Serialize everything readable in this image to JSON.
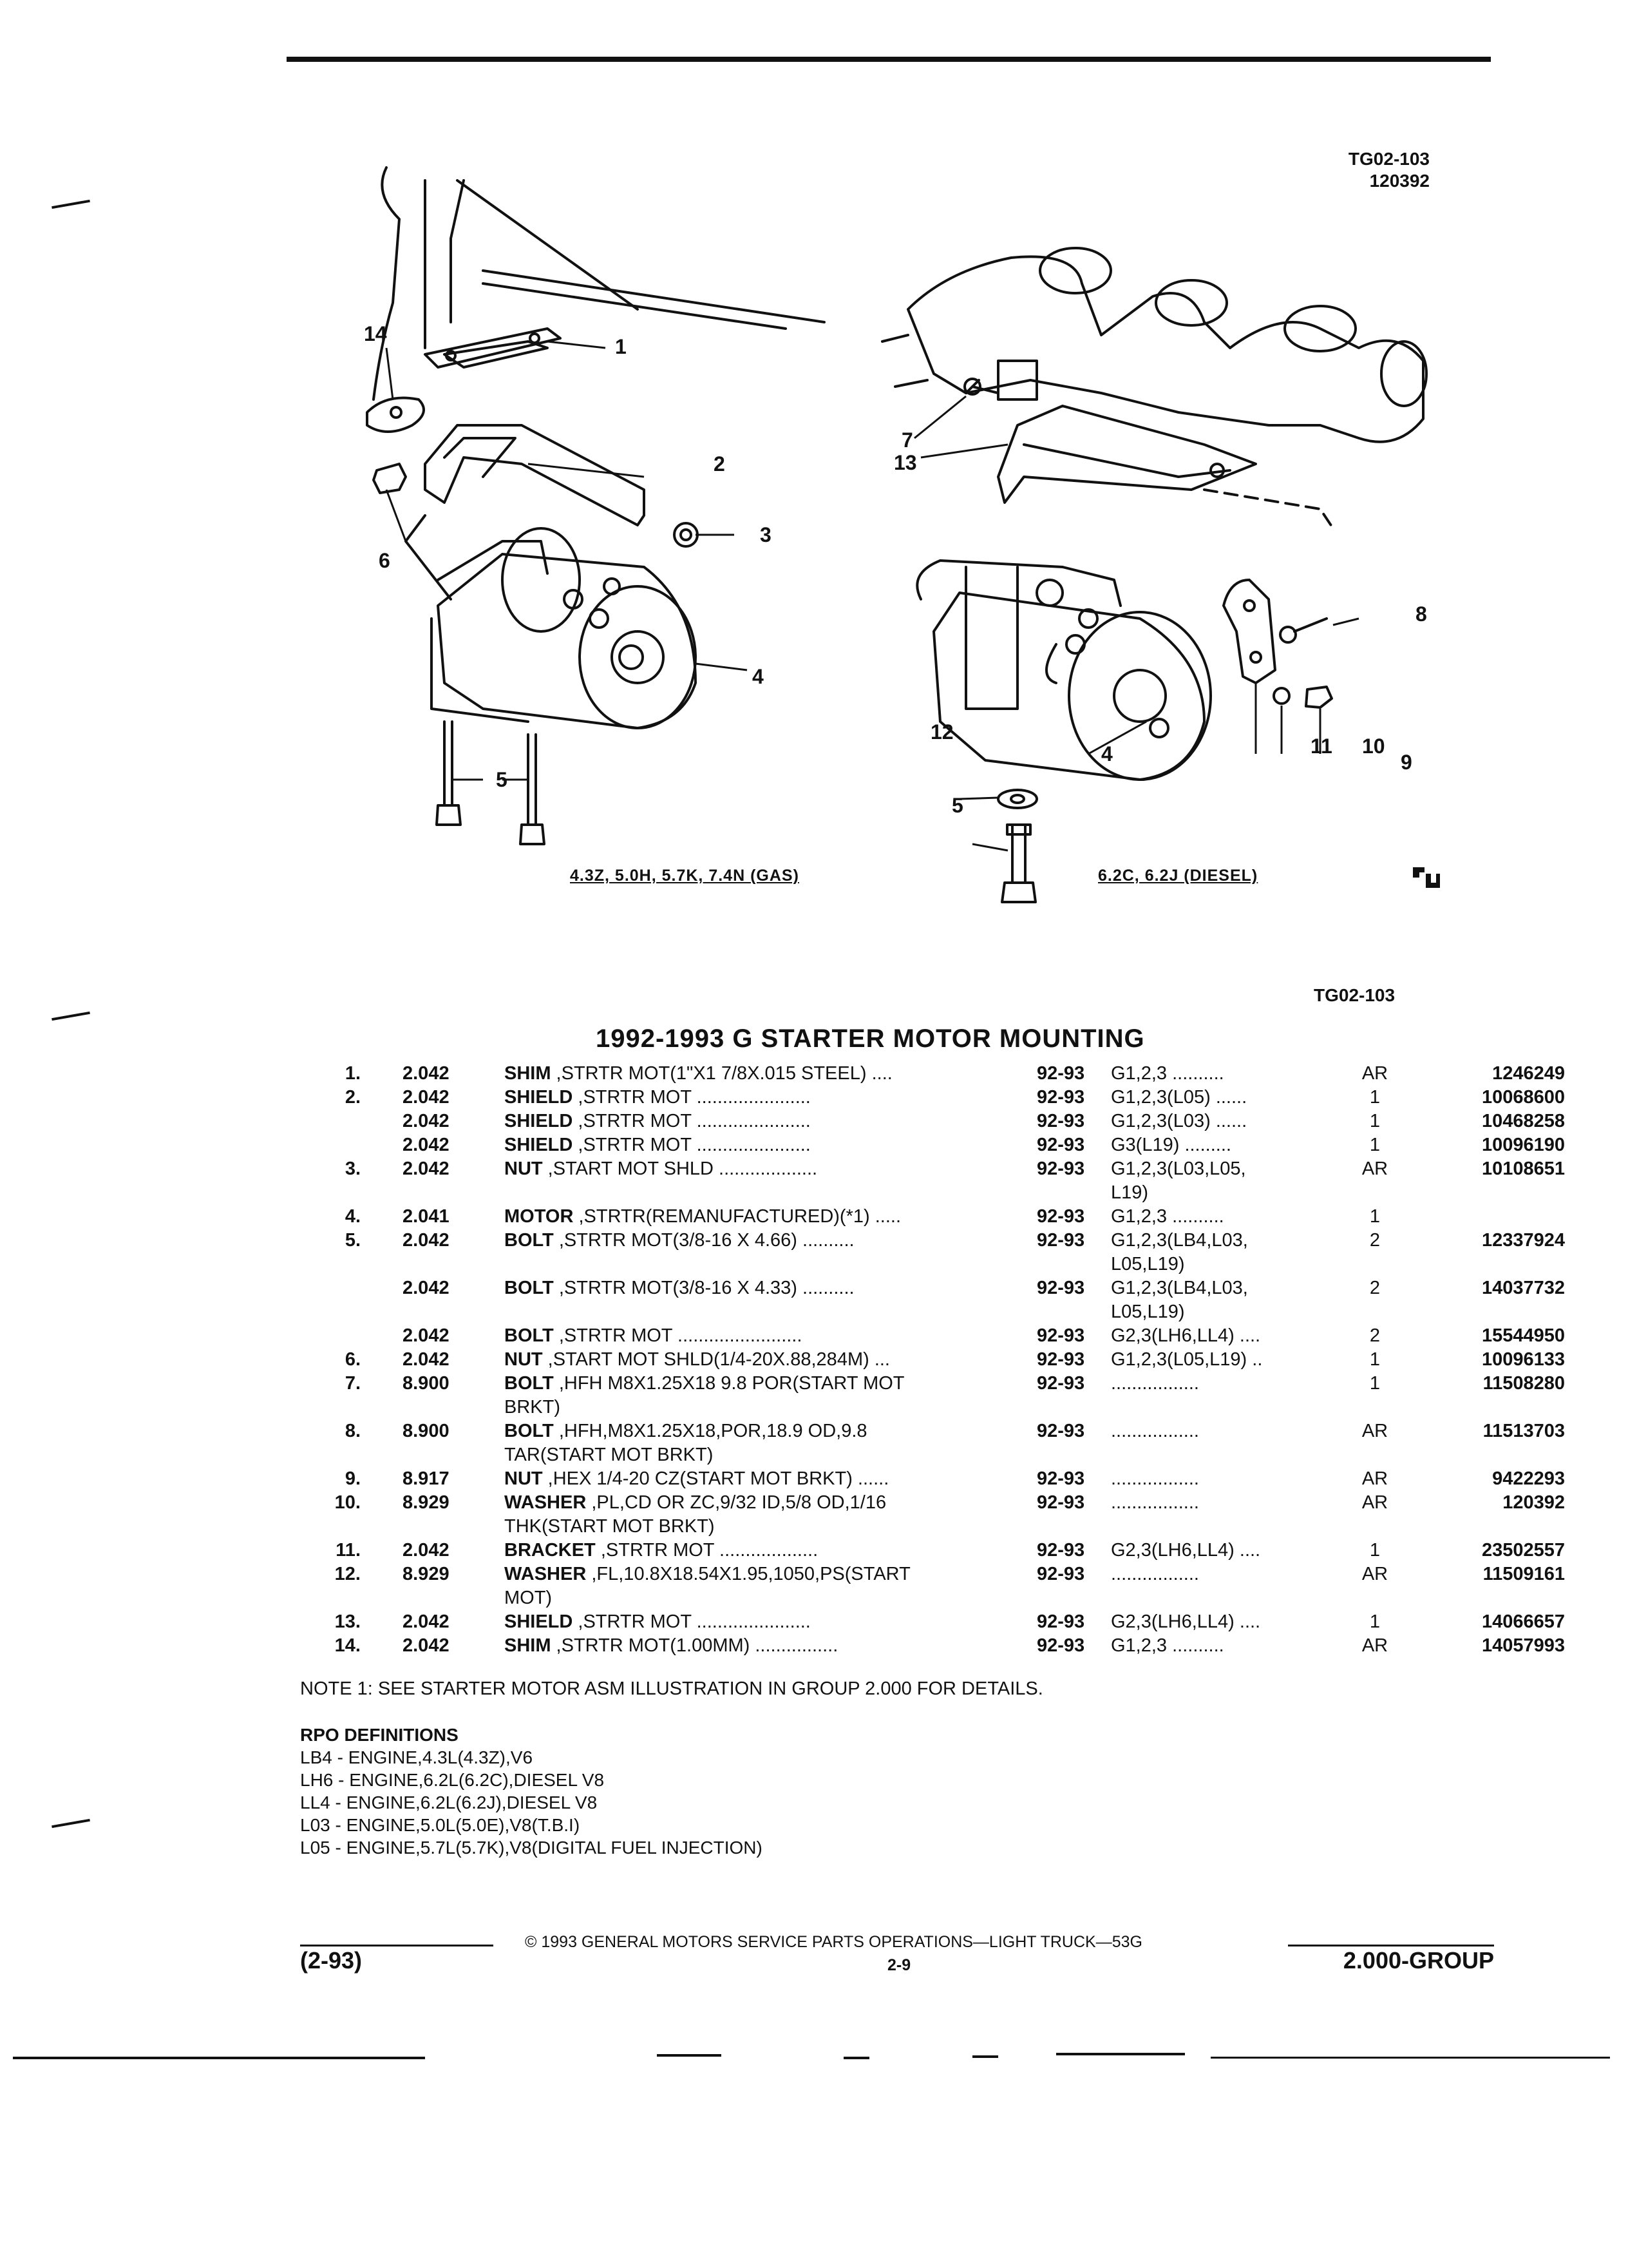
{
  "figure": {
    "ref_code": "TG02-103",
    "ref_date": "120392",
    "caption_gas": "4.3Z, 5.0H, 5.7K, 7.4N (GAS)",
    "caption_diesel": "6.2C, 6.2J (DIESEL)",
    "ref_code_bottom": "TG02-103",
    "callouts_left": [
      "14",
      "1",
      "2",
      "3",
      "6",
      "4",
      "5"
    ],
    "callouts_right": [
      "7",
      "13",
      "8",
      "12",
      "4",
      "11",
      "10",
      "9",
      "5"
    ]
  },
  "title": "1992-1993 G STARTER MOTOR MOUNTING",
  "parts": [
    {
      "ref": "1.",
      "group": "2.042",
      "name": "SHIM",
      "desc": " ,STRTR MOT(1\"X1 7/8X.015 STEEL) ....",
      "desc2": "",
      "years": "92-93",
      "models": "G1,2,3 ..........",
      "models2": "",
      "qty": "AR",
      "part_no": "1246249"
    },
    {
      "ref": "2.",
      "group": "2.042",
      "name": "SHIELD",
      "desc": " ,STRTR MOT ......................",
      "desc2": "",
      "years": "92-93",
      "models": "G1,2,3(L05) ......",
      "models2": "",
      "qty": "1",
      "part_no": "10068600"
    },
    {
      "ref": "",
      "group": "2.042",
      "name": "SHIELD",
      "desc": " ,STRTR MOT ......................",
      "desc2": "",
      "years": "92-93",
      "models": "G1,2,3(L03) ......",
      "models2": "",
      "qty": "1",
      "part_no": "10468258"
    },
    {
      "ref": "",
      "group": "2.042",
      "name": "SHIELD",
      "desc": " ,STRTR MOT ......................",
      "desc2": "",
      "years": "92-93",
      "models": "G3(L19) .........",
      "models2": "",
      "qty": "1",
      "part_no": "10096190"
    },
    {
      "ref": "3.",
      "group": "2.042",
      "name": "NUT",
      "desc": " ,START MOT SHLD ...................",
      "desc2": "",
      "years": "92-93",
      "models": "G1,2,3(L03,L05,",
      "models2": "L19)",
      "qty": "AR",
      "part_no": "10108651"
    },
    {
      "ref": "4.",
      "group": "2.041",
      "name": "MOTOR",
      "desc": " ,STRTR(REMANUFACTURED)(*1) .....",
      "desc2": "",
      "years": "92-93",
      "models": "G1,2,3 ..........",
      "models2": "",
      "qty": "1",
      "part_no": ""
    },
    {
      "ref": "5.",
      "group": "2.042",
      "name": "BOLT",
      "desc": " ,STRTR MOT(3/8-16 X 4.66) ..........",
      "desc2": "",
      "years": "92-93",
      "models": "G1,2,3(LB4,L03,",
      "models2": "L05,L19)",
      "qty": "2",
      "part_no": "12337924"
    },
    {
      "ref": "",
      "group": "2.042",
      "name": "BOLT",
      "desc": " ,STRTR MOT(3/8-16 X 4.33) ..........",
      "desc2": "",
      "years": "92-93",
      "models": "G1,2,3(LB4,L03,",
      "models2": "L05,L19)",
      "qty": "2",
      "part_no": "14037732"
    },
    {
      "ref": "",
      "group": "2.042",
      "name": "BOLT",
      "desc": " ,STRTR MOT ........................",
      "desc2": "",
      "years": "92-93",
      "models": "G2,3(LH6,LL4) ....",
      "models2": "",
      "qty": "2",
      "part_no": "15544950"
    },
    {
      "ref": "6.",
      "group": "2.042",
      "name": "NUT",
      "desc": " ,START MOT SHLD(1/4-20X.88,284M) ...",
      "desc2": "",
      "years": "92-93",
      "models": "G1,2,3(L05,L19) ..",
      "models2": "",
      "qty": "1",
      "part_no": "10096133"
    },
    {
      "ref": "7.",
      "group": "8.900",
      "name": "BOLT",
      "desc": " ,HFH M8X1.25X18 9.8 POR(START MOT",
      "desc2": "BRKT)",
      "years": "92-93",
      "models": ".................",
      "models2": "",
      "qty": "1",
      "part_no": "11508280"
    },
    {
      "ref": "8.",
      "group": "8.900",
      "name": "BOLT",
      "desc": " ,HFH,M8X1.25X18,POR,18.9 OD,9.8",
      "desc2": "TAR(START MOT BRKT)",
      "years": "92-93",
      "models": ".................",
      "models2": "",
      "qty": "AR",
      "part_no": "11513703"
    },
    {
      "ref": "9.",
      "group": "8.917",
      "name": "NUT",
      "desc": " ,HEX 1/4-20 CZ(START MOT BRKT) ......",
      "desc2": "",
      "years": "92-93",
      "models": ".................",
      "models2": "",
      "qty": "AR",
      "part_no": "9422293"
    },
    {
      "ref": "10.",
      "group": "8.929",
      "name": "WASHER",
      "desc": " ,PL,CD OR ZC,9/32 ID,5/8 OD,1/16",
      "desc2": "THK(START MOT BRKT)",
      "years": "92-93",
      "models": ".................",
      "models2": "",
      "qty": "AR",
      "part_no": "120392"
    },
    {
      "ref": "11.",
      "group": "2.042",
      "name": "BRACKET",
      "desc": " ,STRTR MOT ...................",
      "desc2": "",
      "years": "92-93",
      "models": "G2,3(LH6,LL4) ....",
      "models2": "",
      "qty": "1",
      "part_no": "23502557"
    },
    {
      "ref": "12.",
      "group": "8.929",
      "name": "WASHER",
      "desc": " ,FL,10.8X18.54X1.95,1050,PS(START",
      "desc2": "MOT)",
      "years": "92-93",
      "models": ".................",
      "models2": "",
      "qty": "AR",
      "part_no": "11509161"
    },
    {
      "ref": "13.",
      "group": "2.042",
      "name": "SHIELD",
      "desc": " ,STRTR MOT ......................",
      "desc2": "",
      "years": "92-93",
      "models": "G2,3(LH6,LL4) ....",
      "models2": "",
      "qty": "1",
      "part_no": "14066657"
    },
    {
      "ref": "14.",
      "group": "2.042",
      "name": "SHIM",
      "desc": " ,STRTR MOT(1.00MM) ................",
      "desc2": "",
      "years": "92-93",
      "models": "G1,2,3 ..........",
      "models2": "",
      "qty": "AR",
      "part_no": "14057993"
    }
  ],
  "note": "NOTE  1:  SEE STARTER MOTOR ASM ILLUSTRATION IN GROUP 2.000 FOR DETAILS.",
  "rpo": {
    "heading": "RPO DEFINITIONS",
    "items": [
      "LB4 - ENGINE,4.3L(4.3Z),V6",
      "LH6 - ENGINE,6.2L(6.2C),DIESEL V8",
      "LL4 - ENGINE,6.2L(6.2J),DIESEL V8",
      "L03 - ENGINE,5.0L(5.0E),V8(T.B.I)",
      "L05 - ENGINE,5.7L(5.7K),V8(DIGITAL FUEL INJECTION)"
    ]
  },
  "footer": {
    "copyright": "© 1993  GENERAL MOTORS SERVICE PARTS OPERATIONS—LIGHT TRUCK—53G",
    "date_code": "(2-93)",
    "page": "2-9",
    "group": "2.000-GROUP"
  }
}
